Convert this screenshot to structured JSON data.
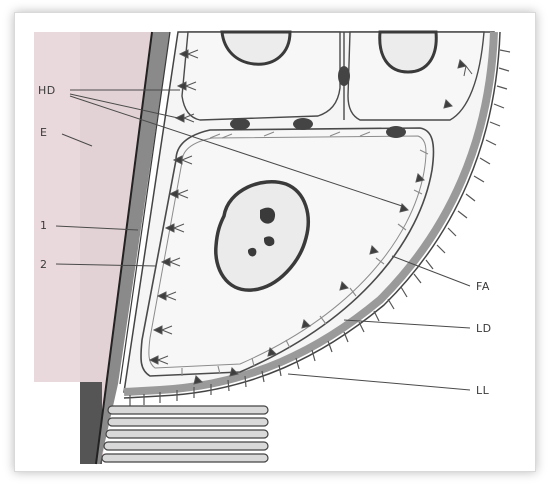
{
  "figure": {
    "labels": {
      "hd": "HD",
      "e": "E",
      "one": "1",
      "two": "2",
      "fa": "FA",
      "ld": "LD",
      "ll": "LL"
    },
    "colors": {
      "epithelium": "#ead9dc",
      "cell_fill": "#f6f6f6",
      "outline": "#3f3f3f",
      "dense_band": "#7b7b7b",
      "dark_band": "#3b3b3b",
      "leader": "#4a4a4a"
    }
  }
}
